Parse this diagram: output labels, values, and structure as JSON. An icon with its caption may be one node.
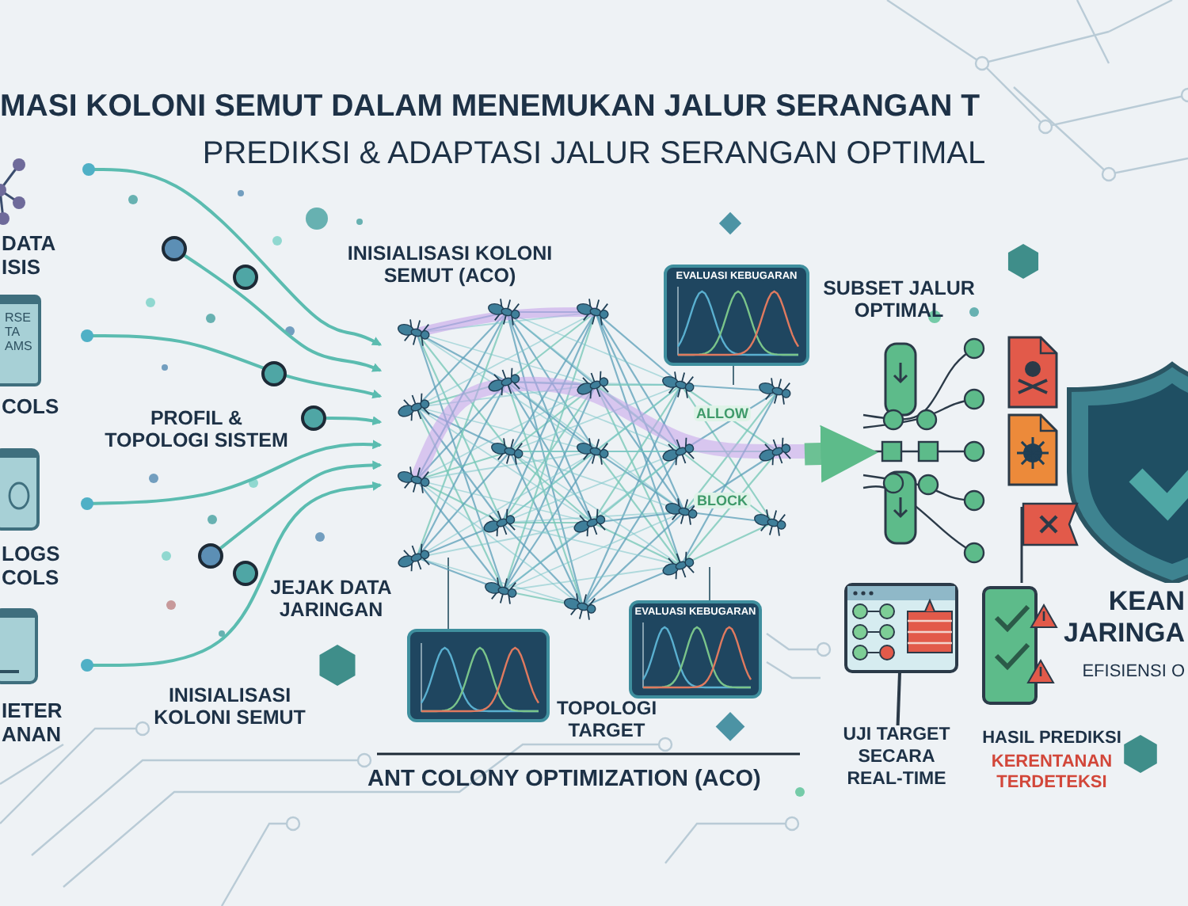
{
  "diagram": {
    "title": "MASI KOLONI SEMUT DALAM MENEMUKAN JALUR SERANGAN T",
    "nodes": [
      {
        "text": [
          "RSE TA AMS"
        ]
      },
      {
        "text": [],
        "shape": "box"
      },
      {
        "text": [],
        "shape": "box"
      },
      {
        "text": [],
        "shape": "picture"
      },
      {
        "text": [],
        "shape": "picture"
      },
      {
        "text": [],
        "shape": "box"
      },
      {
        "text": [
          "UJI TARGET SECARA REAL-TIME"
        ]
      },
      {
        "text": [],
        "shape": "box"
      },
      {
        "text": [],
        "shape": "picture",
        "beside": [
          "KEAN JARINGA",
          "EFISIENSI O"
        ]
      }
    ],
    "edges": [
      {
        "from": null,
        "to": 3,
        "arrow": "to"
      },
      {
        "from": null,
        "to": 3,
        "arrow": "to"
      },
      {
        "from": null,
        "to": 3,
        "arrow": "to"
      },
      {
        "from": null,
        "to": 3,
        "arrow": "to"
      },
      {
        "from": null,
        "to": 3,
        "arrow": "to"
      },
      {
        "from": null,
        "to": 3,
        "arrow": "to"
      },
      {
        "from": null,
        "to": 3,
        "arrow": "to"
      },
      {
        "from": 3,
        "to": 4,
        "arrow": "to",
        "style": "thick",
        "color": "#5dbb8a"
      },
      {
        "from": 6,
        "to": 5,
        "arrow": "none",
        "color": "#2b3a48"
      }
    ],
    "labels": [
      "PREDIKSI & ADAPTASI JALUR SERANGAN OPTIMAL",
      "DATA ISIS",
      "INISIALISASI KOLONI SEMUT (ACO)",
      "EVALUASI KEBUGARAN",
      "SUBSET JALUR OPTIMAL",
      "COLS",
      "PROFIL & TOPOLOGI SISTEM",
      "ALLOW",
      "BLOCK",
      "LOGS COLS",
      "JEJAK DATA JARINGAN",
      "EVALUASI KEBUGARAN",
      "IETER ANAN",
      "INISIALISASI KOLONI SEMUT",
      "TOPOLOGI TARGET",
      "HASIL PREDIKSI",
      "KERENTANAN TERDETEKSI",
      "ANT COLONY OPTIMIZATION (ACO)"
    ]
  }
}
